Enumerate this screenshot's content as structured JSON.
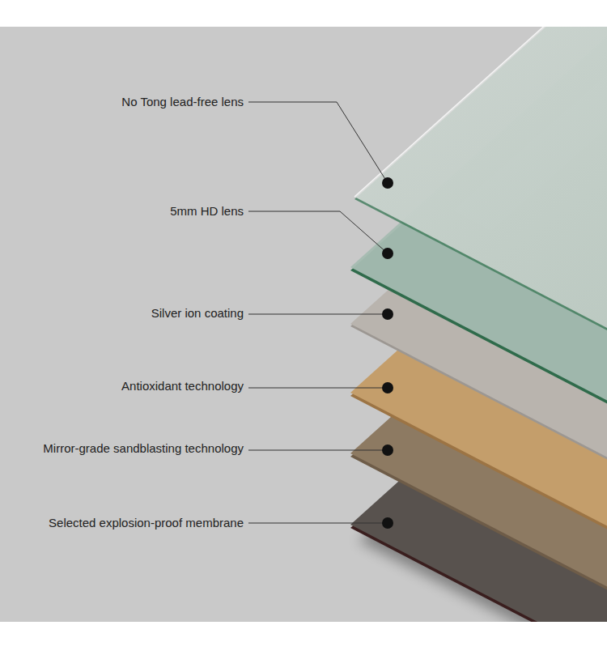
{
  "diagram": {
    "labels": [
      "No Tong lead-free lens",
      "5mm HD lens",
      "Silver ion coating",
      "Antioxidant technology",
      "Mirror-grade sandblasting technology",
      "Selected explosion-proof membrane"
    ]
  }
}
